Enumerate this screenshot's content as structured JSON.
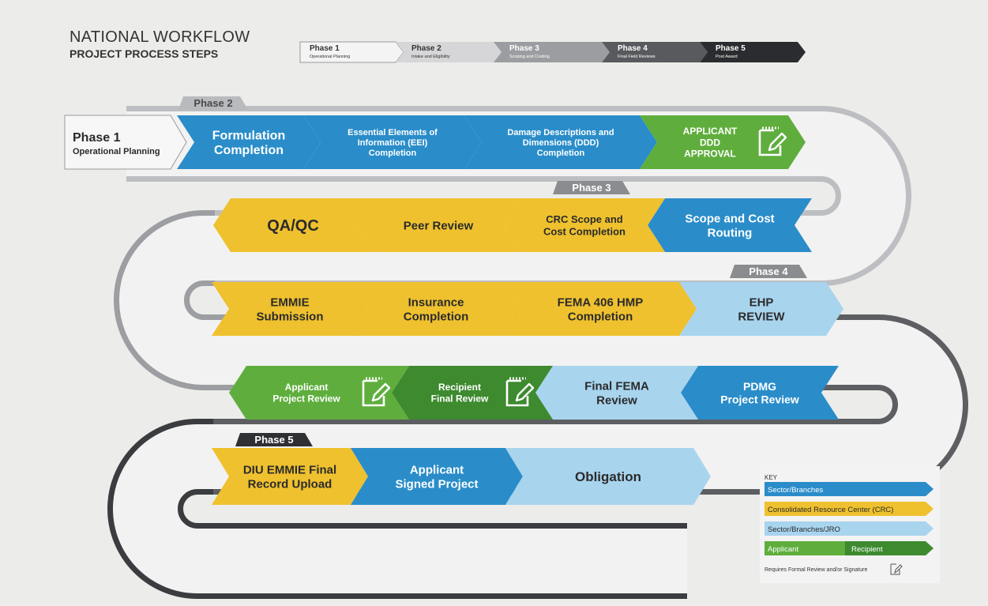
{
  "title": {
    "line1": "NATIONAL WORKFLOW",
    "line2": "PROJECT PROCESS STEPS"
  },
  "colors": {
    "blue": "#2a8dc9",
    "gold": "#efc12e",
    "lightblue": "#a8d4ee",
    "green": "#5fae3d",
    "darkgreen": "#3d8a2f",
    "track1": "#c9c9cd",
    "track2": "#6e6f73",
    "track3": "#343538"
  },
  "legend_bar": [
    {
      "name": "Phase 1",
      "sub": "Operational Planning",
      "color": "#f4f4f4",
      "text_color": "#333333"
    },
    {
      "name": "Phase 2",
      "sub": "Intake and Eligibility",
      "color": "#d6d6d8",
      "text_color": "#333333"
    },
    {
      "name": "Phase 3",
      "sub": "Scoping and Costing",
      "color": "#9c9da1",
      "text_color": "#ffffff"
    },
    {
      "name": "Phase 4",
      "sub": "Final Field Reviews",
      "color": "#585a5e",
      "text_color": "#ffffff"
    },
    {
      "name": "Phase 5",
      "sub": "Post Award",
      "color": "#2b2c2f",
      "text_color": "#ffffff"
    }
  ],
  "phase1_box": {
    "title": "Phase 1",
    "subtitle": "Operational Planning"
  },
  "phase_labels": [
    {
      "text": "Phase 2",
      "tone": "light"
    },
    {
      "text": "Phase 3",
      "tone": "mid"
    },
    {
      "text": "Phase 4",
      "tone": "mid"
    },
    {
      "text": "Phase 5",
      "tone": "dark"
    }
  ],
  "steps": [
    {
      "row": 0,
      "color": "blue",
      "text": [
        "Formulation",
        "Completion"
      ],
      "size": 16
    },
    {
      "row": 0,
      "color": "blue",
      "text": [
        "Essential Elements of",
        "Information (EEI)",
        "Completion"
      ],
      "size": 11
    },
    {
      "row": 0,
      "color": "blue",
      "text": [
        "Damage Descriptions and",
        "Dimensions (DDD)",
        "Completion"
      ],
      "size": 11
    },
    {
      "row": 0,
      "color": "green",
      "text": [
        "APPLICANT",
        "DDD",
        "APPROVAL"
      ],
      "size": 12,
      "icon": true
    },
    {
      "row": 1,
      "color": "blue",
      "text": [
        "Scope and Cost",
        "Routing"
      ],
      "size": 15
    },
    {
      "row": 1,
      "color": "gold",
      "text": [
        "CRC Scope and",
        "Cost Completion"
      ],
      "size": 13
    },
    {
      "row": 1,
      "color": "gold",
      "text": [
        "Peer Review"
      ],
      "size": 15
    },
    {
      "row": 1,
      "color": "gold",
      "text": [
        "QA/QC"
      ],
      "size": 20
    },
    {
      "row": 2,
      "color": "gold",
      "text": [
        "EMMIE",
        "Submission"
      ],
      "size": 15
    },
    {
      "row": 2,
      "color": "gold",
      "text": [
        "Insurance",
        "Completion"
      ],
      "size": 15
    },
    {
      "row": 2,
      "color": "gold",
      "text": [
        "FEMA 406 HMP",
        "Completion"
      ],
      "size": 15
    },
    {
      "row": 2,
      "color": "lightblue",
      "text": [
        "EHP",
        "REVIEW"
      ],
      "size": 15
    },
    {
      "row": 3,
      "color": "blue",
      "text": [
        "PDMG",
        "Project Review"
      ],
      "size": 14
    },
    {
      "row": 3,
      "color": "lightblue",
      "text": [
        "Final FEMA",
        "Review"
      ],
      "size": 15
    },
    {
      "row": 3,
      "color": "darkgreen",
      "text": [
        "Recipient",
        "Final Review"
      ],
      "size": 12,
      "icon": true
    },
    {
      "row": 3,
      "color": "green",
      "text": [
        "Applicant",
        "Project Review"
      ],
      "size": 12,
      "icon": true
    },
    {
      "row": 4,
      "color": "gold",
      "text": [
        "DIU EMMIE Final",
        "Record Upload"
      ],
      "size": 15
    },
    {
      "row": 4,
      "color": "blue",
      "text": [
        "Applicant",
        "Signed Project"
      ],
      "size": 15
    },
    {
      "row": 4,
      "color": "lightblue",
      "text": [
        "Obligation"
      ],
      "size": 17
    }
  ],
  "key": {
    "title": "KEY",
    "items": [
      {
        "color": "#2a8dc9",
        "label": "Sector/Branches",
        "label2": ""
      },
      {
        "color": "#efc12e",
        "label": "Consolidated Resource Center (CRC)",
        "label2": ""
      },
      {
        "color": "#a8d4ee",
        "label": "Sector/Branches/JRO",
        "label2": ""
      },
      {
        "color": "#5fae3d",
        "label": "Applicant",
        "label2": "Recipient"
      }
    ],
    "note": "Requires Formal Review and/or Signature"
  }
}
